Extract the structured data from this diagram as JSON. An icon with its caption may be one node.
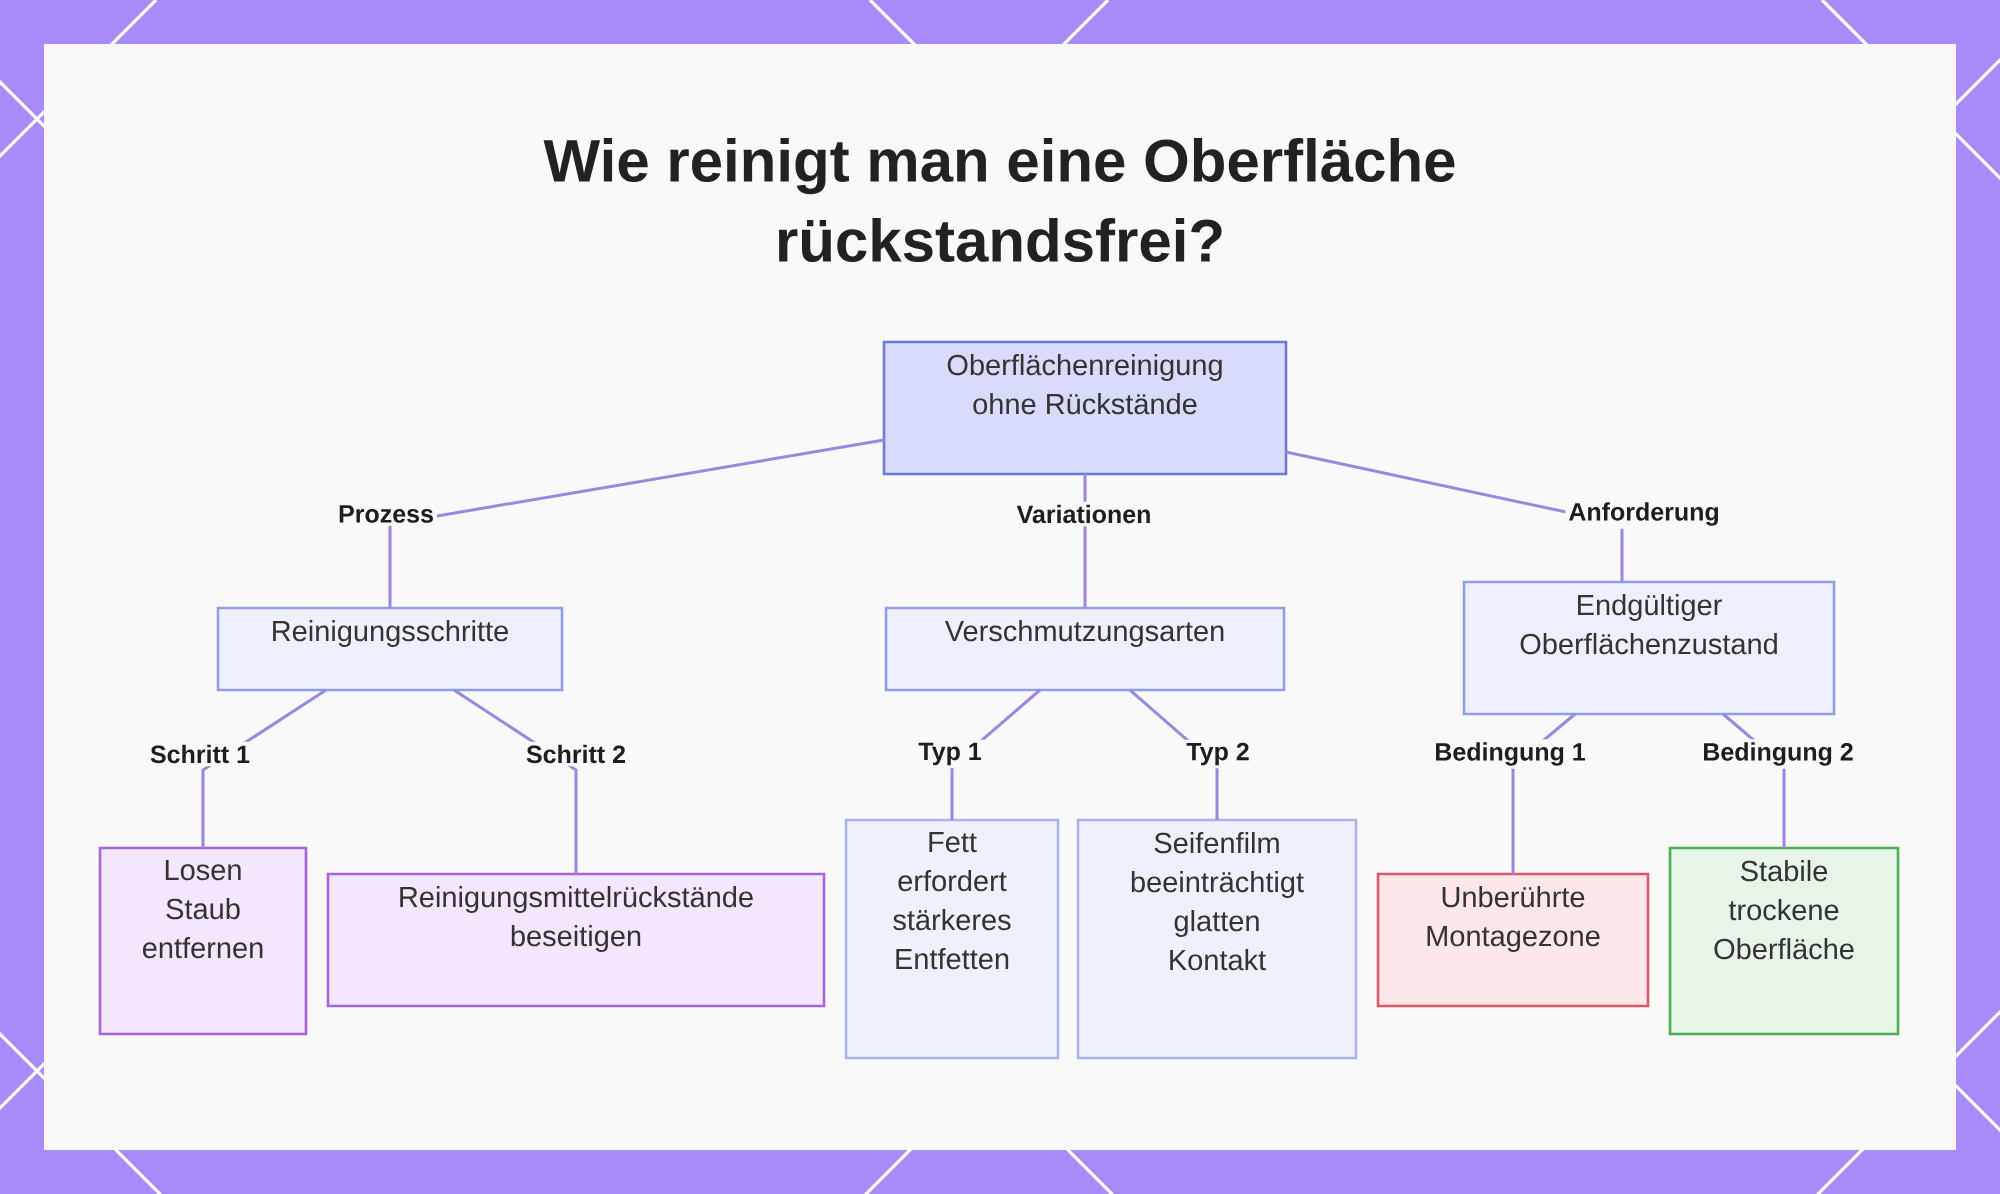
{
  "diagram": {
    "title": "Wie reinigt man eine Oberfläche rückstandsfrei?",
    "nodes": [
      {
        "text": [
          "Oberflächenreinigung ohne Rückstände"
        ]
      },
      {
        "text": [
          "Reinigungsschritte"
        ]
      },
      {
        "text": [
          "Verschmutzungsarten"
        ]
      },
      {
        "text": [
          "Endgültiger Oberflächenzustand"
        ]
      },
      {
        "text": [
          "Losen Staub entfernen"
        ]
      },
      {
        "text": [
          "Reinigungsmittelrückstände beseitigen"
        ]
      },
      {
        "text": [
          "Fett erfordert stärkeres Entfetten"
        ]
      },
      {
        "text": [
          "Seifenfilm beeinträchtigt glatten Kontakt"
        ]
      },
      {
        "text": [
          "Unberührte Montagezone"
        ]
      },
      {
        "text": [
          "Stabile trockene Oberfläche"
        ]
      }
    ],
    "edges": [
      {
        "from": 0,
        "to": 1,
        "arrow": "none",
        "label": "Prozess"
      },
      {
        "from": 0,
        "to": 2,
        "arrow": "none",
        "label": "Variationen"
      },
      {
        "from": 0,
        "to": 3,
        "arrow": "none",
        "label": "Anforderung"
      },
      {
        "from": 1,
        "to": 4,
        "arrow": "none",
        "label": "Schritt 1"
      },
      {
        "from": 1,
        "to": 5,
        "arrow": "none",
        "label": "Schritt 2"
      },
      {
        "from": 2,
        "to": 6,
        "arrow": "none",
        "label": "Typ 1"
      },
      {
        "from": 2,
        "to": 7,
        "arrow": "none",
        "label": "Typ 2"
      },
      {
        "from": 3,
        "to": 8,
        "arrow": "none",
        "label": "Bedingung 1"
      },
      {
        "from": 3,
        "to": 9,
        "arrow": "none",
        "label": "Bedingung 2"
      }
    ]
  }
}
